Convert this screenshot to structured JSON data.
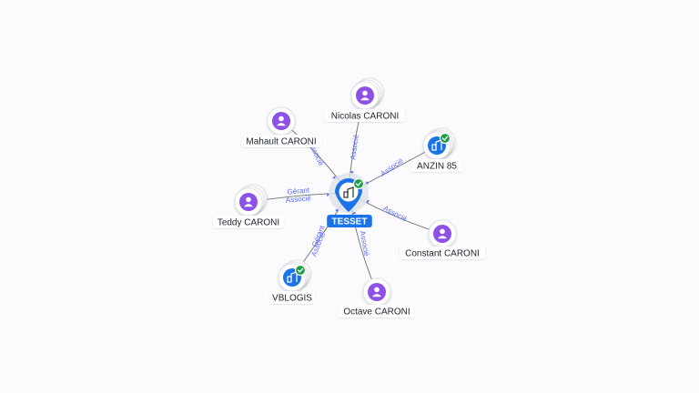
{
  "center": {
    "label": "TESSET",
    "icon": "building-icon",
    "verified_icon": "check-badge-icon",
    "color": "#1a73e8"
  },
  "nodes": [
    {
      "id": "nicolas",
      "label": "Nicolas CARONI",
      "kind": "person",
      "icon": "person-icon",
      "stack": true,
      "verified": false,
      "edge_labels": [
        "Associé"
      ]
    },
    {
      "id": "mahault",
      "label": "Mahault CARONI",
      "kind": "person",
      "icon": "person-icon",
      "stack": false,
      "verified": false,
      "edge_labels": [
        "Associé"
      ]
    },
    {
      "id": "anzin",
      "label": "ANZIN 85",
      "kind": "company",
      "icon": "building-icon",
      "stack": true,
      "verified": true,
      "edge_labels": [
        "Associé"
      ]
    },
    {
      "id": "teddy",
      "label": "Teddy CARONI",
      "kind": "person",
      "icon": "person-icon",
      "stack": true,
      "verified": false,
      "edge_labels": [
        "Gérant",
        "Associé"
      ]
    },
    {
      "id": "constant",
      "label": "Constant CARONI",
      "kind": "person",
      "icon": "person-icon",
      "stack": false,
      "verified": false,
      "edge_labels": [
        "Associé"
      ]
    },
    {
      "id": "vblogis",
      "label": "VBLOGIS",
      "kind": "company",
      "icon": "building-icon",
      "stack": true,
      "verified": true,
      "edge_labels": [
        "Gérant",
        "Associé"
      ]
    },
    {
      "id": "octave",
      "label": "Octave CARONI",
      "kind": "person",
      "icon": "person-icon",
      "stack": false,
      "verified": false,
      "edge_labels": [
        "Associé"
      ]
    }
  ],
  "colors": {
    "person": "#8e51e8",
    "company": "#1a73e8",
    "verified": "#1e9e4a",
    "edge": "#6b6f7a",
    "edge_label": "#5b6cff"
  }
}
